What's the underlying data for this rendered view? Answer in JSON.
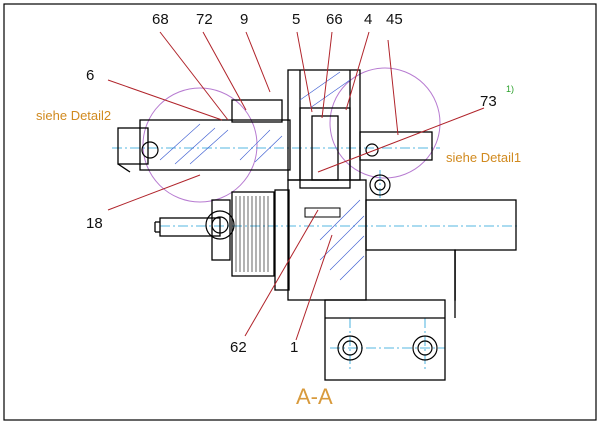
{
  "drawing": {
    "section_title": "A-A",
    "detail_labels": {
      "left": "siehe Detail2",
      "right": "siehe Detail1"
    },
    "part_numbers": {
      "p68": "68",
      "p72": "72",
      "p9": "9",
      "p5": "5",
      "p66": "66",
      "p4": "4",
      "p45": "45",
      "p6": "6",
      "p73": "73",
      "p73_note": "1)",
      "p18": "18",
      "p62": "62",
      "p1": "1"
    },
    "colors": {
      "outline": "#000000",
      "leader": "#b0232a",
      "detail_circle": "#b77bd1",
      "centerline": "#1ea0d8",
      "hatch": "#3a5bd1",
      "note_text": "#d18a1f",
      "section_text": "#d89a3c",
      "superscript": "#2aa02a"
    }
  }
}
